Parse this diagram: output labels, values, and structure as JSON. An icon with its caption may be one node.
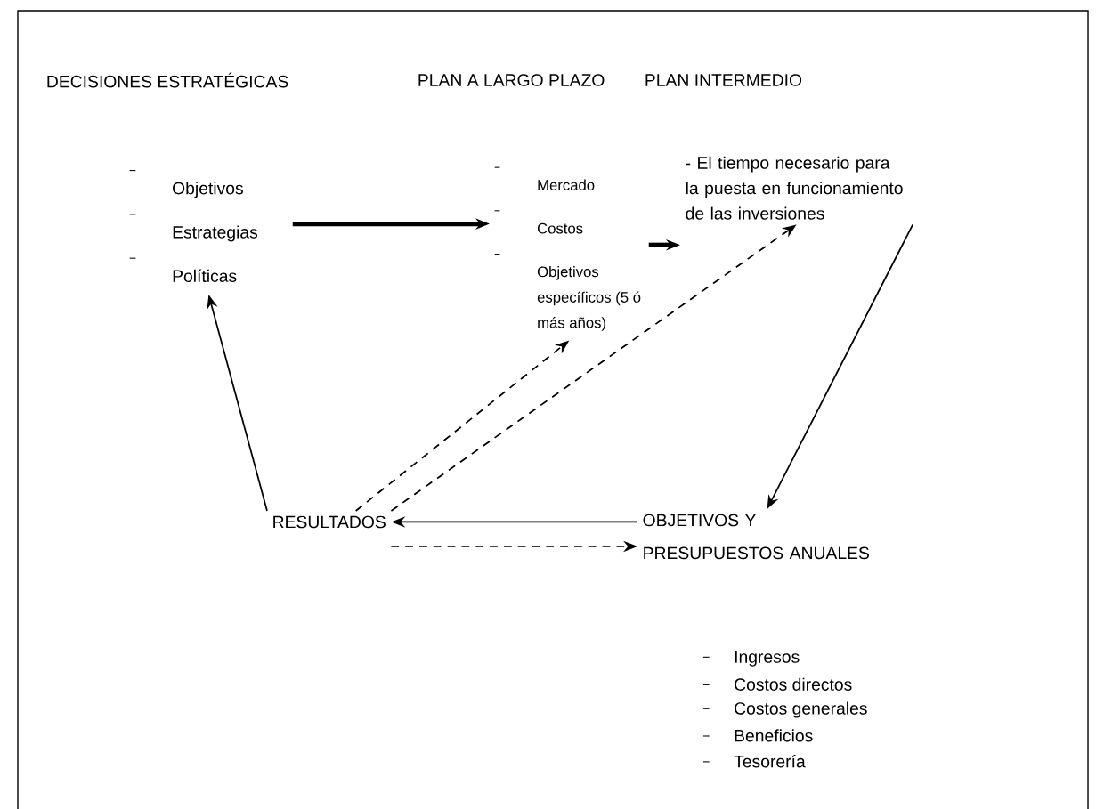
{
  "diagram": {
    "nodes": [
      {
        "text": [
          "Objetivos",
          "Estrategias",
          "Políticas"
        ]
      },
      {
        "text": [
          "Mercado",
          "Costos",
          "Objetivos específicos (5 ó más años)"
        ]
      },
      {
        "text": [
          "- El tiempo necesario para la puesta en funcionamiento de las inversiones"
        ]
      },
      {
        "text": [
          "OBJETIVOS Y PRESUPUESTOS ANUALES"
        ]
      },
      {
        "text": [
          "RESULTADOS"
        ]
      }
    ],
    "edges": [
      {
        "from": 0,
        "to": 1,
        "arrow": "to",
        "style": "thick"
      },
      {
        "from": 1,
        "to": 2,
        "arrow": "to",
        "style": "thick"
      },
      {
        "from": 2,
        "to": 3,
        "arrow": "to"
      },
      {
        "from": 3,
        "to": 4,
        "arrow": "to"
      },
      {
        "from": 4,
        "to": 3,
        "arrow": "to",
        "style": "dashed"
      },
      {
        "from": 4,
        "to": 0,
        "arrow": "to"
      },
      {
        "from": 4,
        "to": 1,
        "arrow": "to",
        "style": "dashed"
      },
      {
        "from": 4,
        "to": 2,
        "arrow": "to",
        "style": "dashed"
      }
    ],
    "labels": [
      "DECISIONES ESTRATÉGICAS",
      "PLAN A LARGO PLAZO",
      "PLAN INTERMEDIO",
      "Ingresos",
      "Costos directos",
      "Costos generales",
      "Beneficios",
      "Tesorería"
    ]
  }
}
